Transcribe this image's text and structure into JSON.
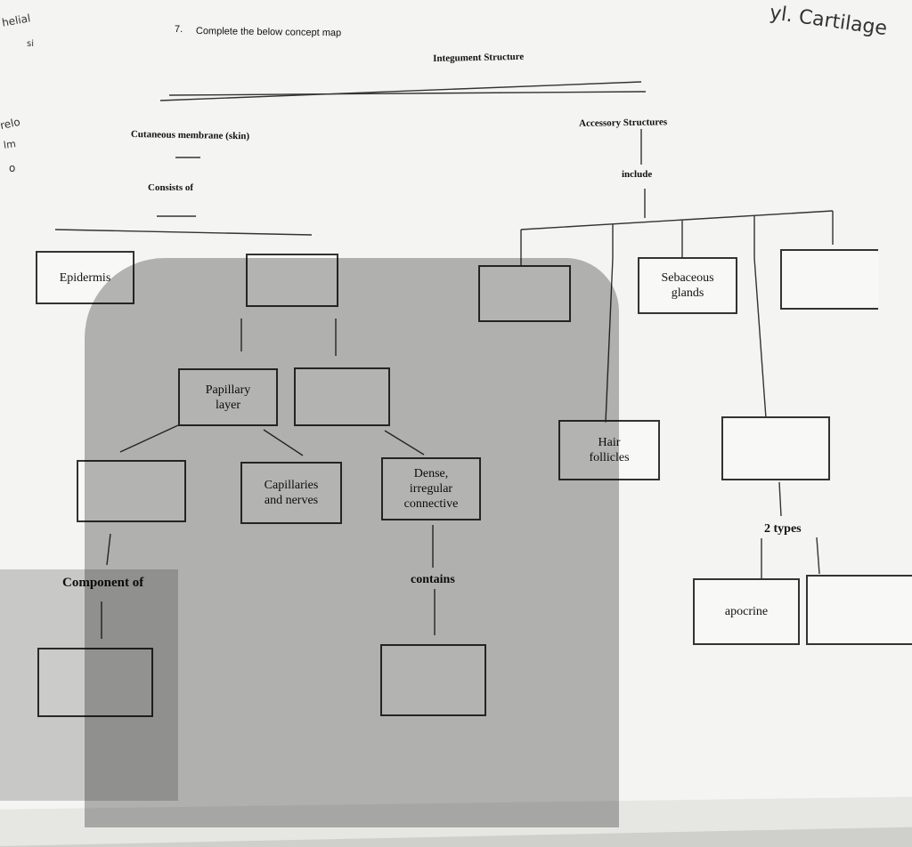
{
  "question": {
    "number": "7.",
    "instruction": "Complete the below concept map"
  },
  "map": {
    "root": "Integument Structure",
    "left_branch": "Cutaneous membrane (skin)",
    "left_link": "Consists of",
    "right_branch": "Accessory Structures",
    "right_link": "include",
    "epidermis": "Epidermis",
    "papillary": "Papillary layer",
    "capillaries": "Capillaries and nerves",
    "dense": "Dense, irregular connective",
    "component_link": "Component of",
    "contains_link": "contains",
    "sebaceous": "Sebaceous glands",
    "hair": "Hair follicles",
    "types_link": "2 types",
    "apocrine": "apocrine"
  },
  "margin_notes": {
    "top_left_1": "helial",
    "top_left_2": "si",
    "left_1": "relo",
    "left_2": "lm",
    "left_3": "o",
    "top_right": "yl. Cartilage"
  }
}
